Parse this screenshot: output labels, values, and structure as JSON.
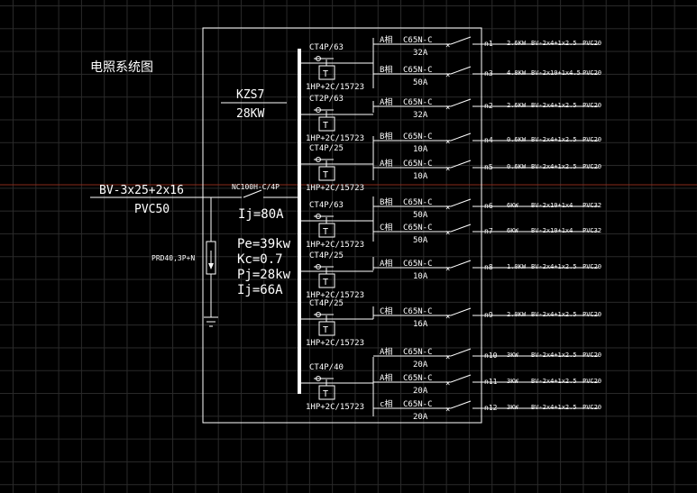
{
  "title": "电照系统图",
  "panel": {
    "name": "KZS7",
    "capacity": "28KW"
  },
  "incoming": {
    "cable": "BV-3x25+2x16",
    "conduit": "PVC50",
    "breaker": "NC100H-C/4P",
    "current": "Ij=80A",
    "spd": "PRD40,3P+N"
  },
  "load_calc": {
    "pe": "Pe=39kw",
    "kc": "Kc=0.7",
    "pj": "Pj=28kw",
    "ij": "Ij=66A"
  },
  "contactor_groups": [
    {
      "ct": "CT4P/63",
      "relay": "1HP+2C/15723"
    },
    {
      "ct": "CT2P/63",
      "relay": "1HP+2C/15723"
    },
    {
      "ct": "CT4P/25",
      "relay": "1HP+2C/15723"
    },
    {
      "ct": "CT4P/63",
      "relay": "1HP+2C/15723"
    },
    {
      "ct": "CT4P/25",
      "relay": "1HP+2C/15723"
    },
    {
      "ct": "CT4P/25",
      "relay": "1HP+2C/15723"
    },
    {
      "ct": "CT4P/40",
      "relay": "1HP+2C/15723"
    }
  ],
  "relay_mark": "T",
  "circuits": [
    {
      "phase": "A相",
      "breaker": "C65N-C",
      "rating": "32A",
      "id": "n1",
      "load": "2.6KW",
      "cable": "BV-2x4+1x2.5",
      "conduit": "PVC20"
    },
    {
      "phase": "B相",
      "breaker": "C65N-C",
      "rating": "50A",
      "id": "n3",
      "load": "4.8KW",
      "cable": "BV-2x10+1x4.5",
      "conduit": "PVC20"
    },
    {
      "phase": "A相",
      "breaker": "C65N-C",
      "rating": "32A",
      "id": "n2",
      "load": "2.6KW",
      "cable": "BV-2x4+1x2.5",
      "conduit": "PVC20"
    },
    {
      "phase": "B相",
      "breaker": "C65N-C",
      "rating": "10A",
      "id": "n4",
      "load": "0.6KW",
      "cable": "BV-2x4+1x2.5",
      "conduit": "PVC20"
    },
    {
      "phase": "A相",
      "breaker": "C65N-C",
      "rating": "10A",
      "id": "n5",
      "load": "0.6KW",
      "cable": "BV-2x4+1x2.5",
      "conduit": "PVC20"
    },
    {
      "phase": "B相",
      "breaker": "C65N-C",
      "rating": "50A",
      "id": "n6",
      "load": "6KW",
      "cable": "BV-2x10+1x4",
      "conduit": "PVC32"
    },
    {
      "phase": "C相",
      "breaker": "C65N-C",
      "rating": "50A",
      "id": "n7",
      "load": "6KW",
      "cable": "BV-2x10+1x4",
      "conduit": "PVC32"
    },
    {
      "phase": "A相",
      "breaker": "C65N-C",
      "rating": "10A",
      "id": "n8",
      "load": "1.0KW",
      "cable": "BV-2x4+1x2.5",
      "conduit": "PVC20"
    },
    {
      "phase": "C相",
      "breaker": "C65N-C",
      "rating": "16A",
      "id": "n9",
      "load": "2.0KW",
      "cable": "BV-2x4+1x2.5",
      "conduit": "PVC20"
    },
    {
      "phase": "A相",
      "breaker": "C65N-C",
      "rating": "20A",
      "id": "n10",
      "load": "3KW",
      "cable": "BV-2x4+1x2.5",
      "conduit": "PVC20"
    },
    {
      "phase": "A相",
      "breaker": "C65N-C",
      "rating": "20A",
      "id": "n11",
      "load": "3KW",
      "cable": "BV-2x4+1x2.5",
      "conduit": "PVC20"
    },
    {
      "phase": "c相",
      "breaker": "C65N-C",
      "rating": "20A",
      "id": "n12",
      "load": "3KW",
      "cable": "BV-2x4+1x2.5",
      "conduit": "PVC20"
    }
  ]
}
